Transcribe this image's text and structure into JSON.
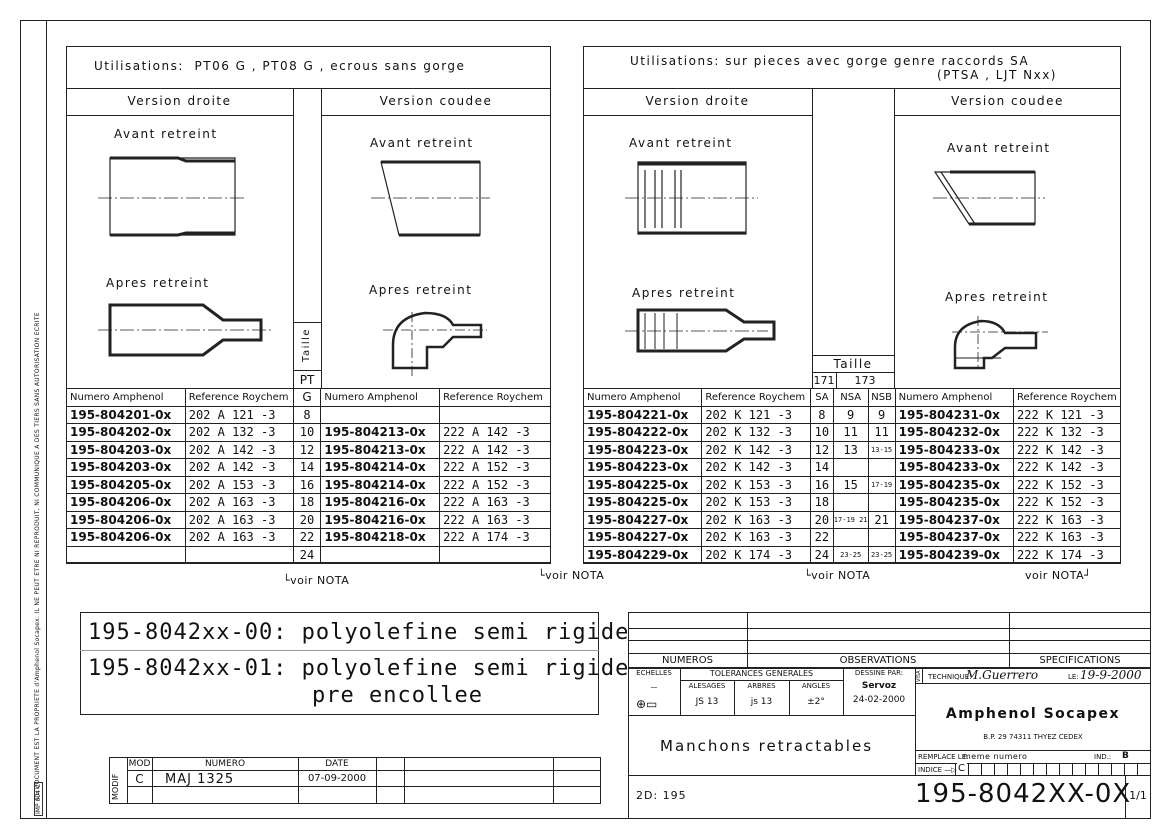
{
  "margin": {
    "notice": "CE DOCUMENT EST LA PROPRIETE d'Amphenol Socapex. IL NE PEUT ETRE NI REPRODUIT, NI COMMUNIQUE A DES TIERS SANS AUTORISATION ECRITE",
    "form": "IMP 004 C"
  },
  "left": {
    "utilisations": "Utilisations:  PT06 G , PT08 G , ecrous sans gorge",
    "droite": "Version droite",
    "coudee": "Version coudee",
    "avant": "Avant retreint",
    "apres": "Apres retreint",
    "taille": "Taille",
    "pt": "PT",
    "g": "G",
    "headers": [
      "Numero Amphenol",
      "Reference Roychem",
      "Numero Amphenol",
      "Reference Roychem"
    ],
    "rows": [
      [
        "195-804201-0x",
        "202 A 121 -3",
        "8",
        "",
        ""
      ],
      [
        "195-804202-0x",
        "202 A 132 -3",
        "10",
        "195-804213-0x",
        "222 A 142 -3"
      ],
      [
        "195-804203-0x",
        "202 A 142 -3",
        "12",
        "195-804213-0x",
        "222 A 142 -3"
      ],
      [
        "195-804203-0x",
        "202 A 142 -3",
        "14",
        "195-804214-0x",
        "222 A 152 -3"
      ],
      [
        "195-804205-0x",
        "202 A 153 -3",
        "16",
        "195-804214-0x",
        "222 A 152 -3"
      ],
      [
        "195-804206-0x",
        "202 A 163 -3",
        "18",
        "195-804216-0x",
        "222 A 163 -3"
      ],
      [
        "195-804206-0x",
        "202 A 163 -3",
        "20",
        "195-804216-0x",
        "222 A 163 -3"
      ],
      [
        "195-804206-0x",
        "202 A 163 -3",
        "22",
        "195-804218-0x",
        "222 A 174 -3"
      ],
      [
        "",
        "",
        "24",
        "",
        ""
      ]
    ]
  },
  "right": {
    "utilisations": "Utilisations: sur pieces avec gorge genre raccords SA",
    "utilisations2": "(PTSA , LJT Nxx)",
    "droite": "Version droite",
    "coudee": "Version coudee",
    "avant": "Avant retreint",
    "apres": "Apres retreint",
    "taille": "Taille",
    "t171": "171",
    "t173": "173",
    "headers": [
      "Numero Amphenol",
      "Reference Roychem",
      "SA",
      "NSA",
      "NSB",
      "Numero Amphenol",
      "Reference Roychem"
    ],
    "rows": [
      [
        "195-804221-0x",
        "202 K 121 -3",
        "8",
        "9",
        "9",
        "195-804231-0x",
        "222 K 121 -3"
      ],
      [
        "195-804222-0x",
        "202 K 132 -3",
        "10",
        "11",
        "11",
        "195-804232-0x",
        "222 K 132 -3"
      ],
      [
        "195-804223-0x",
        "202 K 142 -3",
        "12",
        "13",
        "13-15",
        "195-804233-0x",
        "222 K 142 -3"
      ],
      [
        "195-804223-0x",
        "202 K 142 -3",
        "14",
        "",
        "",
        "195-804233-0x",
        "222 K 142 -3"
      ],
      [
        "195-804225-0x",
        "202 K 153 -3",
        "16",
        "15",
        "17-19",
        "195-804235-0x",
        "222 K 152 -3"
      ],
      [
        "195-804225-0x",
        "202 K 153 -3",
        "18",
        "",
        "",
        "195-804235-0x",
        "222 K 152 -3"
      ],
      [
        "195-804227-0x",
        "202 K 163 -3",
        "20",
        "17-19 21",
        "21",
        "195-804237-0x",
        "222 K 163 -3"
      ],
      [
        "195-804227-0x",
        "202 K 163 -3",
        "22",
        "",
        "",
        "195-804237-0x",
        "222 K 163 -3"
      ],
      [
        "195-804229-0x",
        "202 K 174 -3",
        "24",
        "23-25",
        "23-25",
        "195-804239-0x",
        "222 K 174 -3"
      ]
    ]
  },
  "nota": "voir NOTA",
  "materials": [
    "195-8042xx-00: polyolefine semi rigide",
    "195-8042xx-01: polyolefine semi rigide",
    "pre encollee"
  ],
  "modif": {
    "label": "MODIF",
    "mod": "MOD",
    "numero": "NUMERO",
    "date": "DATE",
    "row": {
      "mod": "C",
      "numero": "MAJ 1325",
      "date": "07-09-2000"
    }
  },
  "title_block": {
    "numeros": "NUMEROS",
    "observations": "OBSERVATIONS",
    "specifications": "SPECIFICATIONS",
    "echelles": "ECHELLES",
    "echelle_value": "—",
    "tolerances": "TOLERANCES GENERALES",
    "alesages": "ALESAGES",
    "arbres": "ARBRES",
    "angles": "ANGLES",
    "alesages_v": "JS 13",
    "arbres_v": "js 13",
    "angles_v": "±2°",
    "dessine": "DESSINE PAR:",
    "dessine_name": "Servoz",
    "dessine_date": "24-02-2000",
    "visa": "VISA",
    "technique": "TECHNIQUE:",
    "technique_sig": "M.Guerrero",
    "le": "LE:",
    "le_date": "19-9-2000",
    "company": "Amphenol Socapex",
    "address": "B.P. 29  74311  THYEZ CEDEX",
    "title": "Manchons retractables",
    "remplace": "REMPLACE LE:",
    "remplace_v": "meme numero",
    "ind": "IND.:",
    "ind_v": "B",
    "indice": "INDICE",
    "indice_v": "C",
    "code": "2D: 195",
    "drawing_number": "195-8042XX-0X",
    "sheet": "1/1"
  }
}
